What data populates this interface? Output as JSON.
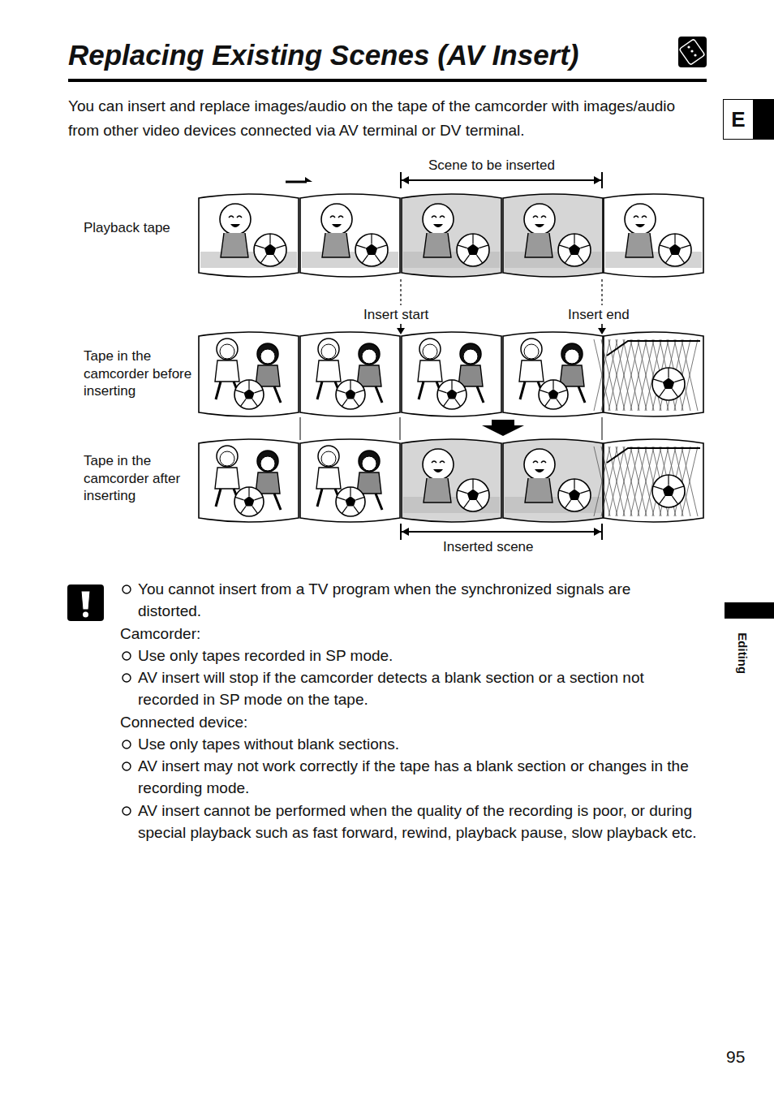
{
  "diagram": {
    "title": "Replacing Existing Scenes (AV Insert)",
    "nodes": [
      {
        "text": [
          "E"
        ]
      }
    ],
    "labels": [
      "You can insert and replace images/audio on the tape of the camcorder with images/audio from other video devices connected via AV terminal or DV terminal.",
      "Scene to be inserted",
      "Playback tape",
      "Insert start",
      "Insert end",
      "Tape in the camcorder before inserting",
      "Tape in the camcorder after inserting",
      "Inserted scene",
      "You cannot insert from a TV program when the synchronized signals are distorted.",
      "Camcorder:",
      "Use only tapes recorded in SP mode.",
      "AV insert will stop if the camcorder detects a blank section or a section not recorded in SP mode on the tape.",
      "Connected device:",
      "Use only tapes without blank sections.",
      "AV insert may not work correctly if the tape has a blank section or changes in the recording mode.",
      "AV insert cannot be performed when the quality of the recording is poor, or during special playback such as fast forward, rewind, playback pause, slow playback etc.",
      "Editing",
      "95"
    ]
  }
}
